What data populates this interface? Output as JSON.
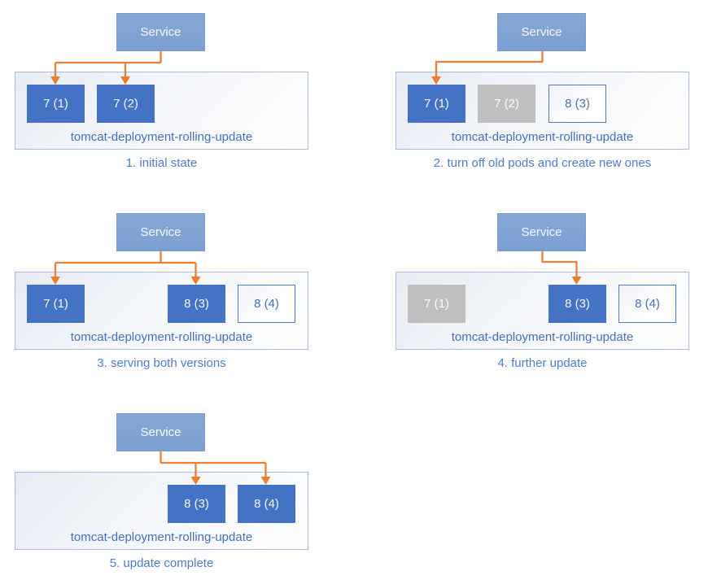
{
  "labels": {
    "service": "Service",
    "deployment": "tomcat-deployment-rolling-update"
  },
  "colors": {
    "pod_active": "#4472C4",
    "pod_terminated": "#BFBFBF",
    "pod_new_border": "#4D79C7",
    "pod_new_text": "#4A6FB5",
    "service_fill": "#81A3D3",
    "arrow": "#ED7D31",
    "caption_text": "#4D7CC9",
    "deployment_text": "#4470B8",
    "container_border": "#A9BDDC"
  },
  "panels": [
    {
      "caption": "1. initial state",
      "pods": [
        {
          "label": "7 (1)",
          "state": "active"
        },
        {
          "label": "7 (2)",
          "state": "active"
        }
      ]
    },
    {
      "caption": "2. turn off old pods and create new ones",
      "pods": [
        {
          "label": "7 (1)",
          "state": "active"
        },
        {
          "label": "7 (2)",
          "state": "off"
        },
        {
          "label": "8 (3)",
          "state": "new"
        }
      ]
    },
    {
      "caption": "3. serving both versions",
      "pods": [
        {
          "label": "7 (1)",
          "state": "active"
        },
        {
          "label": "8 (3)",
          "state": "active"
        },
        {
          "label": "8 (4)",
          "state": "new"
        }
      ]
    },
    {
      "caption": "4. further update",
      "pods": [
        {
          "label": "7 (1)",
          "state": "off"
        },
        {
          "label": "8 (3)",
          "state": "active"
        },
        {
          "label": "8 (4)",
          "state": "new"
        }
      ]
    },
    {
      "caption": "5. update complete",
      "pods": [
        {
          "label": "8 (3)",
          "state": "active"
        },
        {
          "label": "8 (4)",
          "state": "active"
        }
      ]
    }
  ]
}
